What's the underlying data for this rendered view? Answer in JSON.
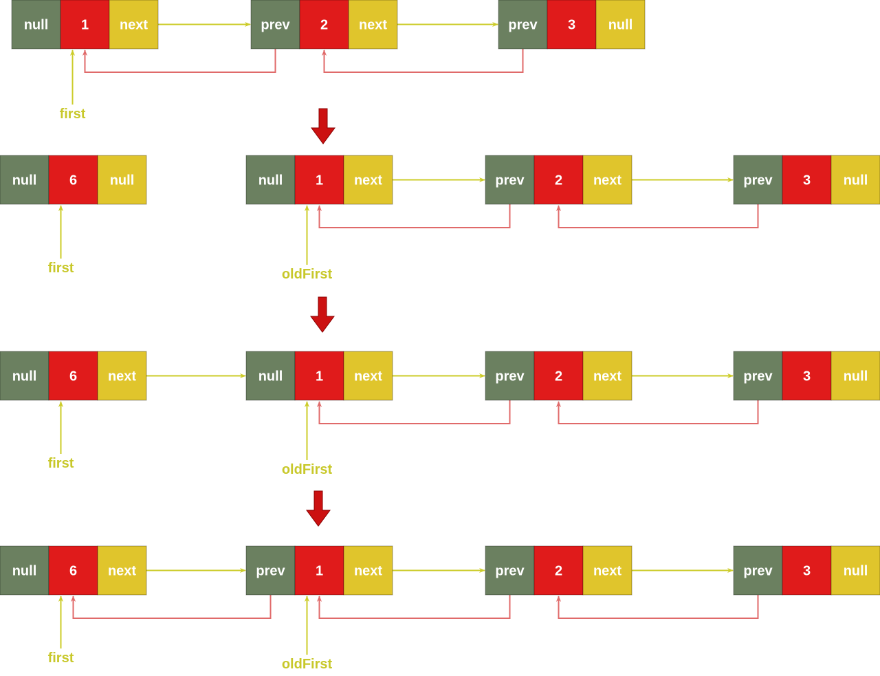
{
  "colors": {
    "prev_cell": "#6b8060",
    "value_cell": "#e01b1b",
    "next_cell": "#e0c52c",
    "forward_link": "#cccc2a",
    "back_link": "#e06a6a",
    "pointer_label": "#c8c82a",
    "step_arrow": "#cc1111"
  },
  "icons": {
    "step": "down-arrow-icon"
  },
  "steps": [
    {
      "nodes": [
        {
          "prev": "null",
          "value": "1",
          "next": "next"
        },
        {
          "prev": "prev",
          "value": "2",
          "next": "next"
        },
        {
          "prev": "prev",
          "value": "3",
          "next": "null"
        }
      ],
      "pointers": [
        {
          "label": "first",
          "node": 0
        }
      ]
    },
    {
      "nodes": [
        {
          "prev": "null",
          "value": "6",
          "next": "null"
        },
        {
          "prev": "null",
          "value": "1",
          "next": "next"
        },
        {
          "prev": "prev",
          "value": "2",
          "next": "next"
        },
        {
          "prev": "prev",
          "value": "3",
          "next": "null"
        }
      ],
      "pointers": [
        {
          "label": "first",
          "node": 0
        },
        {
          "label": "oldFirst",
          "node": 1
        }
      ]
    },
    {
      "nodes": [
        {
          "prev": "null",
          "value": "6",
          "next": "next"
        },
        {
          "prev": "null",
          "value": "1",
          "next": "next"
        },
        {
          "prev": "prev",
          "value": "2",
          "next": "next"
        },
        {
          "prev": "prev",
          "value": "3",
          "next": "null"
        }
      ],
      "pointers": [
        {
          "label": "first",
          "node": 0
        },
        {
          "label": "oldFirst",
          "node": 1
        }
      ]
    },
    {
      "nodes": [
        {
          "prev": "null",
          "value": "6",
          "next": "next"
        },
        {
          "prev": "prev",
          "value": "1",
          "next": "next"
        },
        {
          "prev": "prev",
          "value": "2",
          "next": "next"
        },
        {
          "prev": "prev",
          "value": "3",
          "next": "null"
        }
      ],
      "pointers": [
        {
          "label": "first",
          "node": 0
        },
        {
          "label": "oldFirst",
          "node": 1
        }
      ]
    }
  ]
}
